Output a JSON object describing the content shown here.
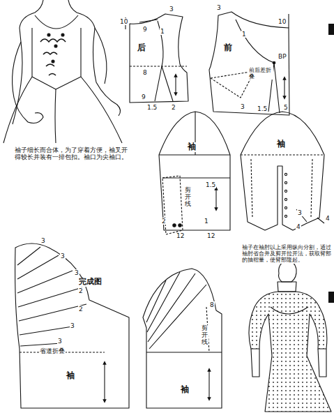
{
  "diagram": {
    "labels": [
      "袖子细长而合体，为了穿着方便，袖叉开得较长并装有一排包扣。袖口为尖袖口。",
      "完成图",
      "袖子在袖肘以上采用纵向分割，通过袖肘省合并及剪开拉开法，获取臂部的抽褶量，使臂部隆起。",
      "10",
      "9",
      "1",
      "3",
      "后",
      "8",
      "9",
      "1.5",
      "2",
      "3",
      "1",
      "10",
      "前",
      "BP",
      "前后差折叠",
      "3",
      "1.5",
      "5",
      "袖",
      "剪开线",
      "1.5",
      "2",
      "12",
      "12",
      "1",
      "袖",
      "3",
      "4",
      "4",
      "3",
      "3",
      "3",
      "2",
      "2",
      "3",
      "3",
      "省道折叠",
      "袖",
      "8",
      "剪开线",
      "袖"
    ]
  }
}
